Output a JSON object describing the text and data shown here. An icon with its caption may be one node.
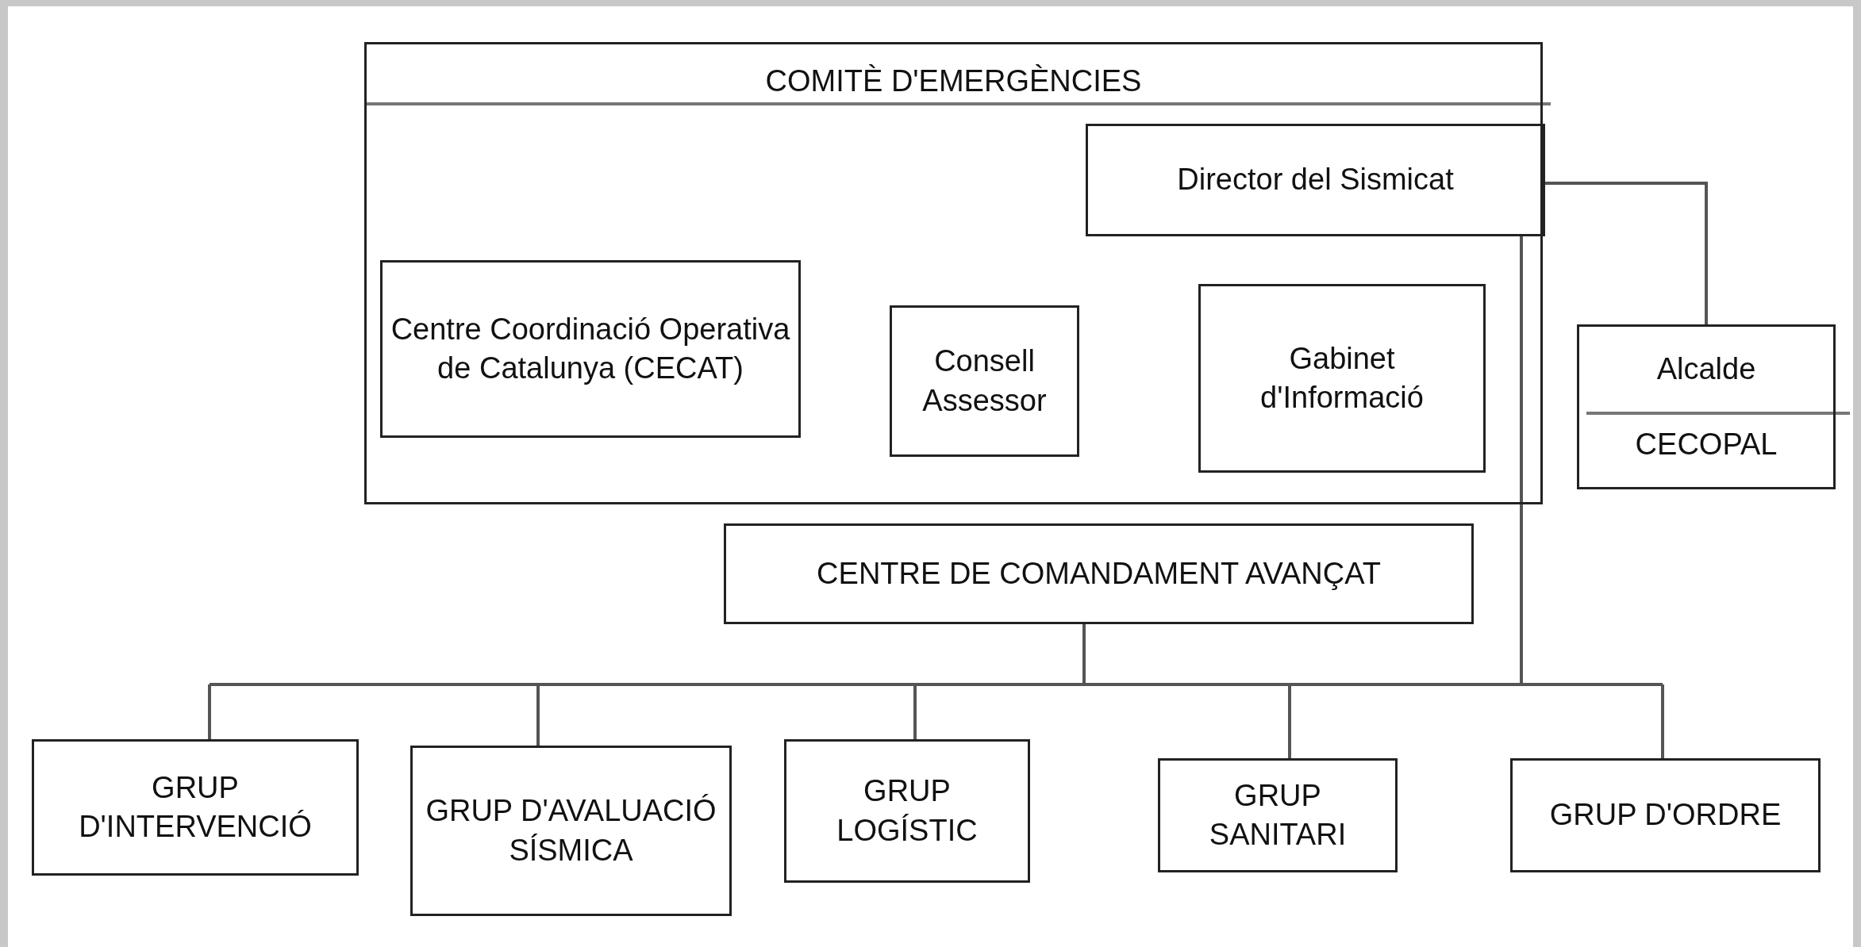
{
  "diagram": {
    "nodes": [
      {
        "text": [
          "COMITÈ D'EMERGÈNCIES"
        ]
      },
      {
        "text": [
          "Director del Sismicat"
        ],
        "in": 0
      },
      {
        "text": [
          "Centre Coordinació Operativa de Catalunya (CECAT)"
        ],
        "in": 0
      },
      {
        "text": [
          "Consell Assessor"
        ],
        "in": 0
      },
      {
        "text": [
          "Gabinet d'Informació"
        ],
        "in": 0
      },
      {
        "text": [
          "Alcalde",
          "CECOPAL"
        ]
      },
      {
        "text": [
          "CENTRE DE COMANDAMENT AVANÇAT"
        ]
      },
      {
        "text": [
          "GRUP D'INTERVENCIÓ"
        ]
      },
      {
        "text": [
          "GRUP D'AVALUACIÓ SÍSMICA"
        ]
      },
      {
        "text": [
          "GRUP LOGÍSTIC"
        ]
      },
      {
        "text": [
          "GRUP SANITARI"
        ]
      },
      {
        "text": [
          "GRUP D'ORDRE"
        ]
      }
    ],
    "edges": [
      {
        "from": 1,
        "to": 5,
        "arrow": "none"
      },
      {
        "from": 6,
        "to": 7,
        "arrow": "none"
      },
      {
        "from": 6,
        "to": 8,
        "arrow": "none"
      },
      {
        "from": 6,
        "to": 9,
        "arrow": "none"
      },
      {
        "from": 6,
        "to": 10,
        "arrow": "none"
      },
      {
        "from": 6,
        "to": 11,
        "arrow": "none"
      },
      {
        "from": 1,
        "to": 7,
        "arrow": "none"
      },
      {
        "from": 1,
        "to": 8,
        "arrow": "none"
      },
      {
        "from": 1,
        "to": 9,
        "arrow": "none"
      },
      {
        "from": 1,
        "to": 10,
        "arrow": "none"
      },
      {
        "from": 1,
        "to": 11,
        "arrow": "none"
      }
    ]
  }
}
